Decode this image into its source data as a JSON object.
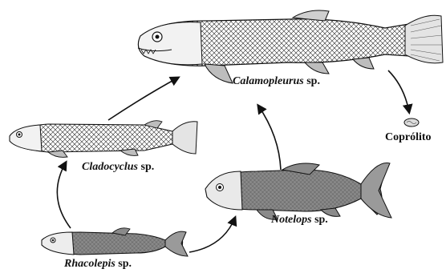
{
  "species": [
    {
      "id": "calamopleurus",
      "genus": "Calamopleurus",
      "suffix": " sp."
    },
    {
      "id": "cladocyclus",
      "genus": "Cladocyclus",
      "suffix": " sp."
    },
    {
      "id": "notelops",
      "genus": "Notelops",
      "suffix": " sp."
    },
    {
      "id": "rhacolepis",
      "genus": "Rhacolepis",
      "suffix": " sp."
    }
  ],
  "coprolite": {
    "label": "Coprólito"
  },
  "colors": {
    "ink": "#111111",
    "fish_light": "#e6e6e6",
    "fish_dark": "#8a8a8a"
  }
}
